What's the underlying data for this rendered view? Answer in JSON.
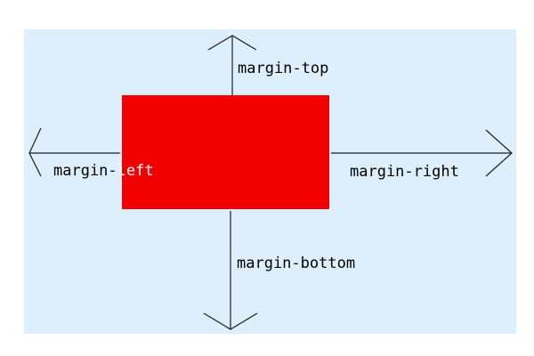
{
  "colors": {
    "panel_bg": "#ddeefc",
    "box_fill": "#f20000",
    "arrow_stroke": "#1e1e1e",
    "label_text": "#000000",
    "label_on_box": "#ffffff"
  },
  "labels": {
    "margin_top": "margin-top",
    "margin_right": "margin-right",
    "margin_bottom": "margin-bottom",
    "margin_left_prefix": "margin-",
    "margin_left_suffix": "left"
  }
}
